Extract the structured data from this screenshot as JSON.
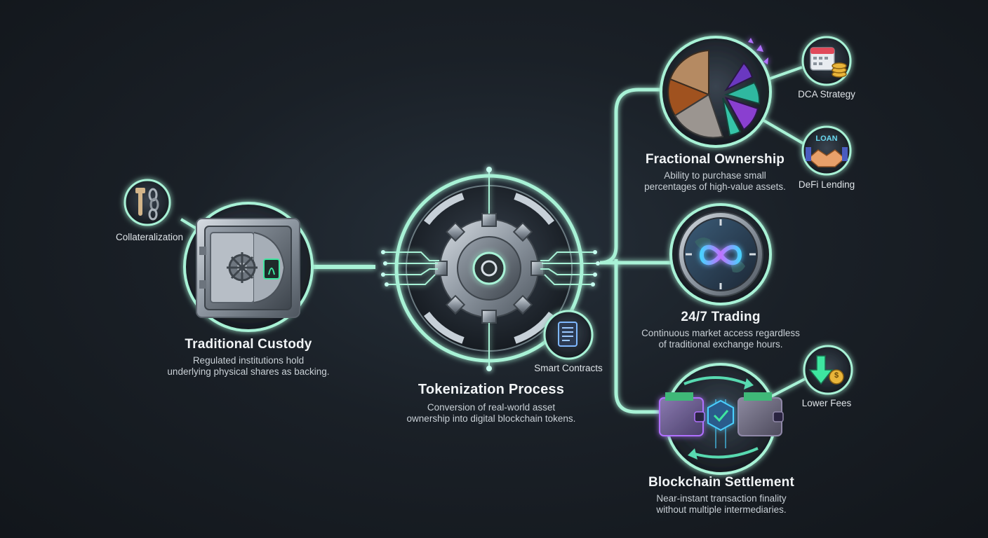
{
  "colors": {
    "background": "#1a2027",
    "connector": "#9ef0d0",
    "accent_green": "#3ee6a0",
    "accent_purple": "#b070ff",
    "metal": "#9aa3ad"
  },
  "nodes": {
    "custody": {
      "title": "Traditional Custody",
      "desc": [
        "Regulated institutions hold",
        "underlying physical shares as backing."
      ],
      "icon": "vault-icon"
    },
    "tokenization": {
      "title": "Tokenization Process",
      "desc": [
        "Conversion of real-world asset",
        "ownership into digital blockchain tokens."
      ],
      "icon": "gear-circuit-icon"
    },
    "fractional": {
      "title": "Fractional Ownership",
      "desc": [
        "Ability to purchase small",
        "percentages of high-value assets."
      ],
      "icon": "pie-chart-icon"
    },
    "trading": {
      "title": "24/7 Trading",
      "desc": [
        "Continuous market access regardless",
        "of traditional exchange hours."
      ],
      "icon": "infinity-clock-icon"
    },
    "settlement": {
      "title": "Blockchain Settlement",
      "desc": [
        "Near-instant transaction finality",
        "without multiple intermediaries."
      ],
      "icon": "wallet-swap-icon"
    }
  },
  "satellites": {
    "collateralization": {
      "label": "Collateralization",
      "icon": "chain-icon"
    },
    "smart_contracts": {
      "label": "Smart Contracts",
      "icon": "scroll-icon"
    },
    "dca": {
      "label": "DCA Strategy",
      "icon": "calendar-coins-icon"
    },
    "defi_lending": {
      "label": "DeFi Lending",
      "icon": "handshake-loan-icon",
      "badge": "LOAN"
    },
    "lower_fees": {
      "label": "Lower Fees",
      "icon": "down-arrow-coin-icon",
      "coin": "$"
    }
  }
}
